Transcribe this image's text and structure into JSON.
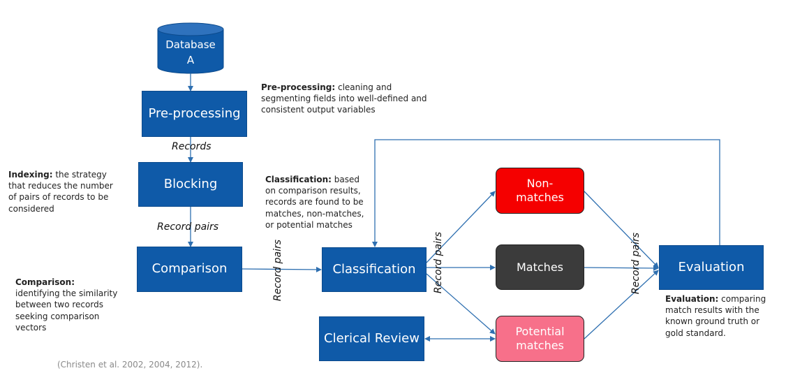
{
  "nodes": {
    "database": {
      "line1": "Database",
      "line2": "A"
    },
    "preprocessing": "Pre-processing",
    "blocking": "Blocking",
    "comparison": "Comparison",
    "classification": "Classification",
    "clerical_review": "Clerical Review",
    "non_matches": {
      "line1": "Non-",
      "line2": "matches"
    },
    "matches": "Matches",
    "potential_matches": {
      "line1": "Potential",
      "line2": "matches"
    },
    "evaluation": "Evaluation"
  },
  "edge_labels": {
    "records": "Records",
    "record_pairs_1": "Record pairs",
    "record_pairs_2": "Record pairs",
    "record_pairs_3": "Record pairs",
    "record_pairs_4": "Record pairs"
  },
  "notes": {
    "preprocessing": {
      "term": "Pre-processing:",
      "text": " cleaning and segmenting fields into well-defined and consistent output variables"
    },
    "indexing": {
      "term": "Indexing:",
      "text": " the strategy that reduces the number of pairs of records to be considered"
    },
    "classification": {
      "term": "Classification:",
      "text": " based on comparison results, records are found to be matches, non-matches, or potential matches"
    },
    "comparison": {
      "term": "Comparison:",
      "text": " identifying the similarity between two records seeking comparison vectors"
    },
    "evaluation": {
      "term": "Evaluation:",
      "text": " comparing match results with the known ground truth or gold standard."
    }
  },
  "citation": "(Christen et al. 2002, 2004, 2012).",
  "colors": {
    "box_blue": "#0f5aa8",
    "non_matches_red": "#f50000",
    "matches_dark": "#3b3b3b",
    "potential_pink": "#f7708a",
    "arrow": "#2e6fb0"
  }
}
